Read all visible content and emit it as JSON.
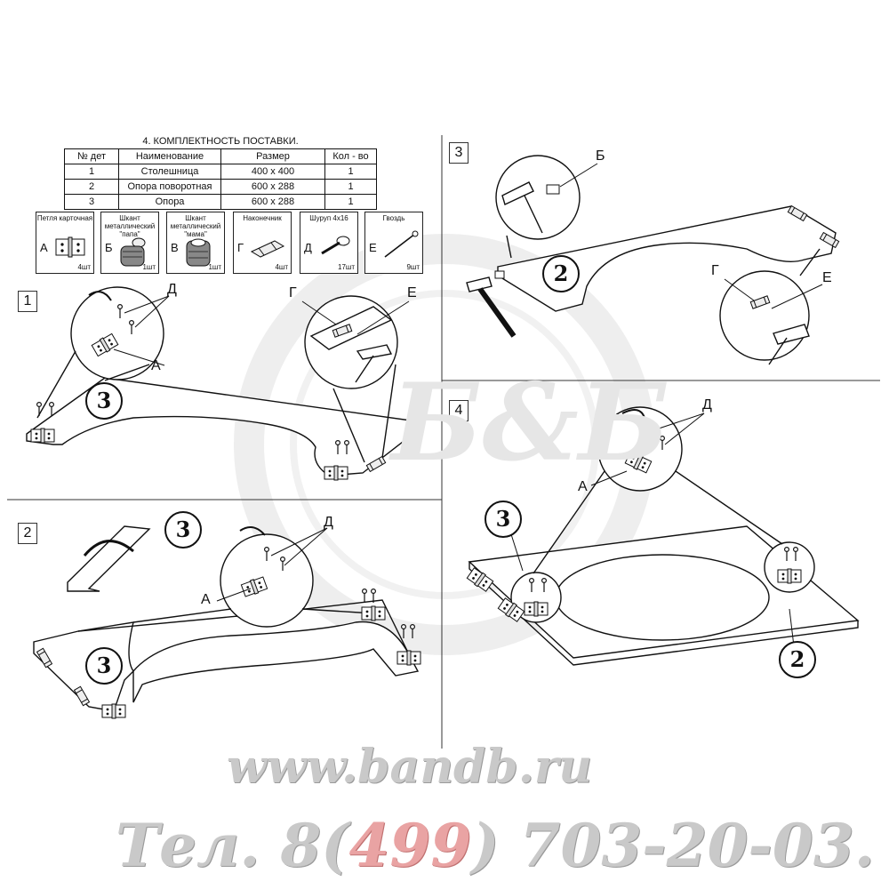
{
  "table": {
    "title": "4. КОМПЛЕКТНОСТЬ ПОСТАВКИ.",
    "headers": [
      "№ дет",
      "Наименование",
      "Размер",
      "Кол - во"
    ],
    "rows": [
      [
        "1",
        "Столешница",
        "400 х 400",
        "1"
      ],
      [
        "2",
        "Опора поворотная",
        "600 х 288",
        "1"
      ],
      [
        "3",
        "Опора",
        "600 х 288",
        "1"
      ]
    ]
  },
  "parts": [
    {
      "name": "Петля карточная",
      "letter": "А",
      "qty": "4шт",
      "icon": "hinge-icon"
    },
    {
      "name": "Шкант металлический \"папа\"",
      "letter": "Б",
      "qty": "1шт",
      "icon": "dowel-male-icon"
    },
    {
      "name": "Шкант металлический \"мама\"",
      "letter": "В",
      "qty": "1шт",
      "icon": "dowel-female-icon"
    },
    {
      "name": "Наконечник",
      "letter": "Г",
      "qty": "4шт",
      "icon": "tip-icon"
    },
    {
      "name": "Шуруп 4х16",
      "letter": "Д",
      "qty": "17шт",
      "icon": "screw-icon"
    },
    {
      "name": "Гвоздь",
      "letter": "Е",
      "qty": "9шт",
      "icon": "nail-icon"
    }
  ],
  "steps": {
    "s1": {
      "num": "1",
      "part": "3",
      "labels": {
        "d": "Д",
        "a": "А",
        "g": "Г",
        "e": "Е"
      }
    },
    "s2": {
      "num": "2",
      "part_flip": "3",
      "part": "3",
      "labels": {
        "d": "Д",
        "a": "А"
      }
    },
    "s3": {
      "num": "3",
      "part": "2",
      "labels": {
        "b": "Б",
        "g": "Г",
        "e": "Е"
      }
    },
    "s4": {
      "num": "4",
      "part_a": "3",
      "part_b": "2",
      "labels": {
        "d": "Д",
        "a": "А"
      }
    }
  },
  "watermark": {
    "site": "www.bandb.ru",
    "phone_pre": "Тел. 8(",
    "phone_code": "499",
    "phone_post": ") 703-20-03.",
    "seal_letters": "Б&Б"
  }
}
